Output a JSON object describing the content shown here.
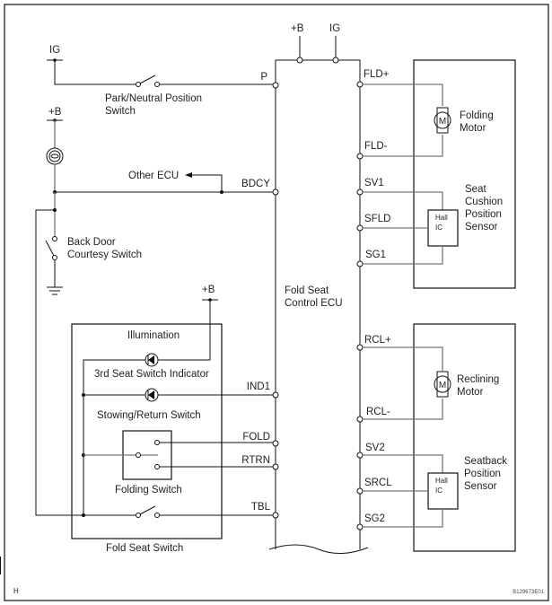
{
  "diagram": {
    "frame_letter": "H",
    "figure_code": "B129673E01",
    "ecu": {
      "title_line1": "Fold Seat",
      "title_line2": "Control ECU",
      "power_pins": [
        "+B",
        "IG"
      ],
      "left_pins": [
        "P",
        "BDCY",
        "IND1",
        "FOLD",
        "RTRN",
        "TBL"
      ],
      "right_pins": [
        "FLD+",
        "FLD-",
        "SV1",
        "SFLD",
        "SG1",
        "RCL+",
        "RCL-",
        "SV2",
        "SRCL",
        "SG2"
      ]
    },
    "left_circuit": {
      "ig_label": "IG",
      "park_switch_line1": "Park/Neutral Position",
      "park_switch_line2": "Switch",
      "b_label": "+B",
      "other_ecu": "Other ECU",
      "back_door_line1": "Back Door",
      "back_door_line2": "Courtesy Switch"
    },
    "fold_seat_switch": {
      "title": "Fold Seat Switch",
      "b_label": "+B",
      "illumination": "Illumination",
      "indicator": "3rd Seat Switch Indicator",
      "stowing": "Stowing/Return Switch",
      "folding": "Folding Switch"
    },
    "seat_cushion": {
      "motor_symbol": "M",
      "motor_line1": "Folding",
      "motor_line2": "Motor",
      "hall_line1": "Hall",
      "hall_line2": "IC",
      "sensor_line1": "Seat",
      "sensor_line2": "Cushion",
      "sensor_line3": "Position",
      "sensor_line4": "Sensor"
    },
    "seatback": {
      "motor_symbol": "M",
      "motor_line1": "Reclining",
      "motor_line2": "Motor",
      "hall_line1": "Hall",
      "hall_line2": "IC",
      "sensor_line1": "Seatback",
      "sensor_line2": "Position",
      "sensor_line3": "Sensor"
    }
  }
}
